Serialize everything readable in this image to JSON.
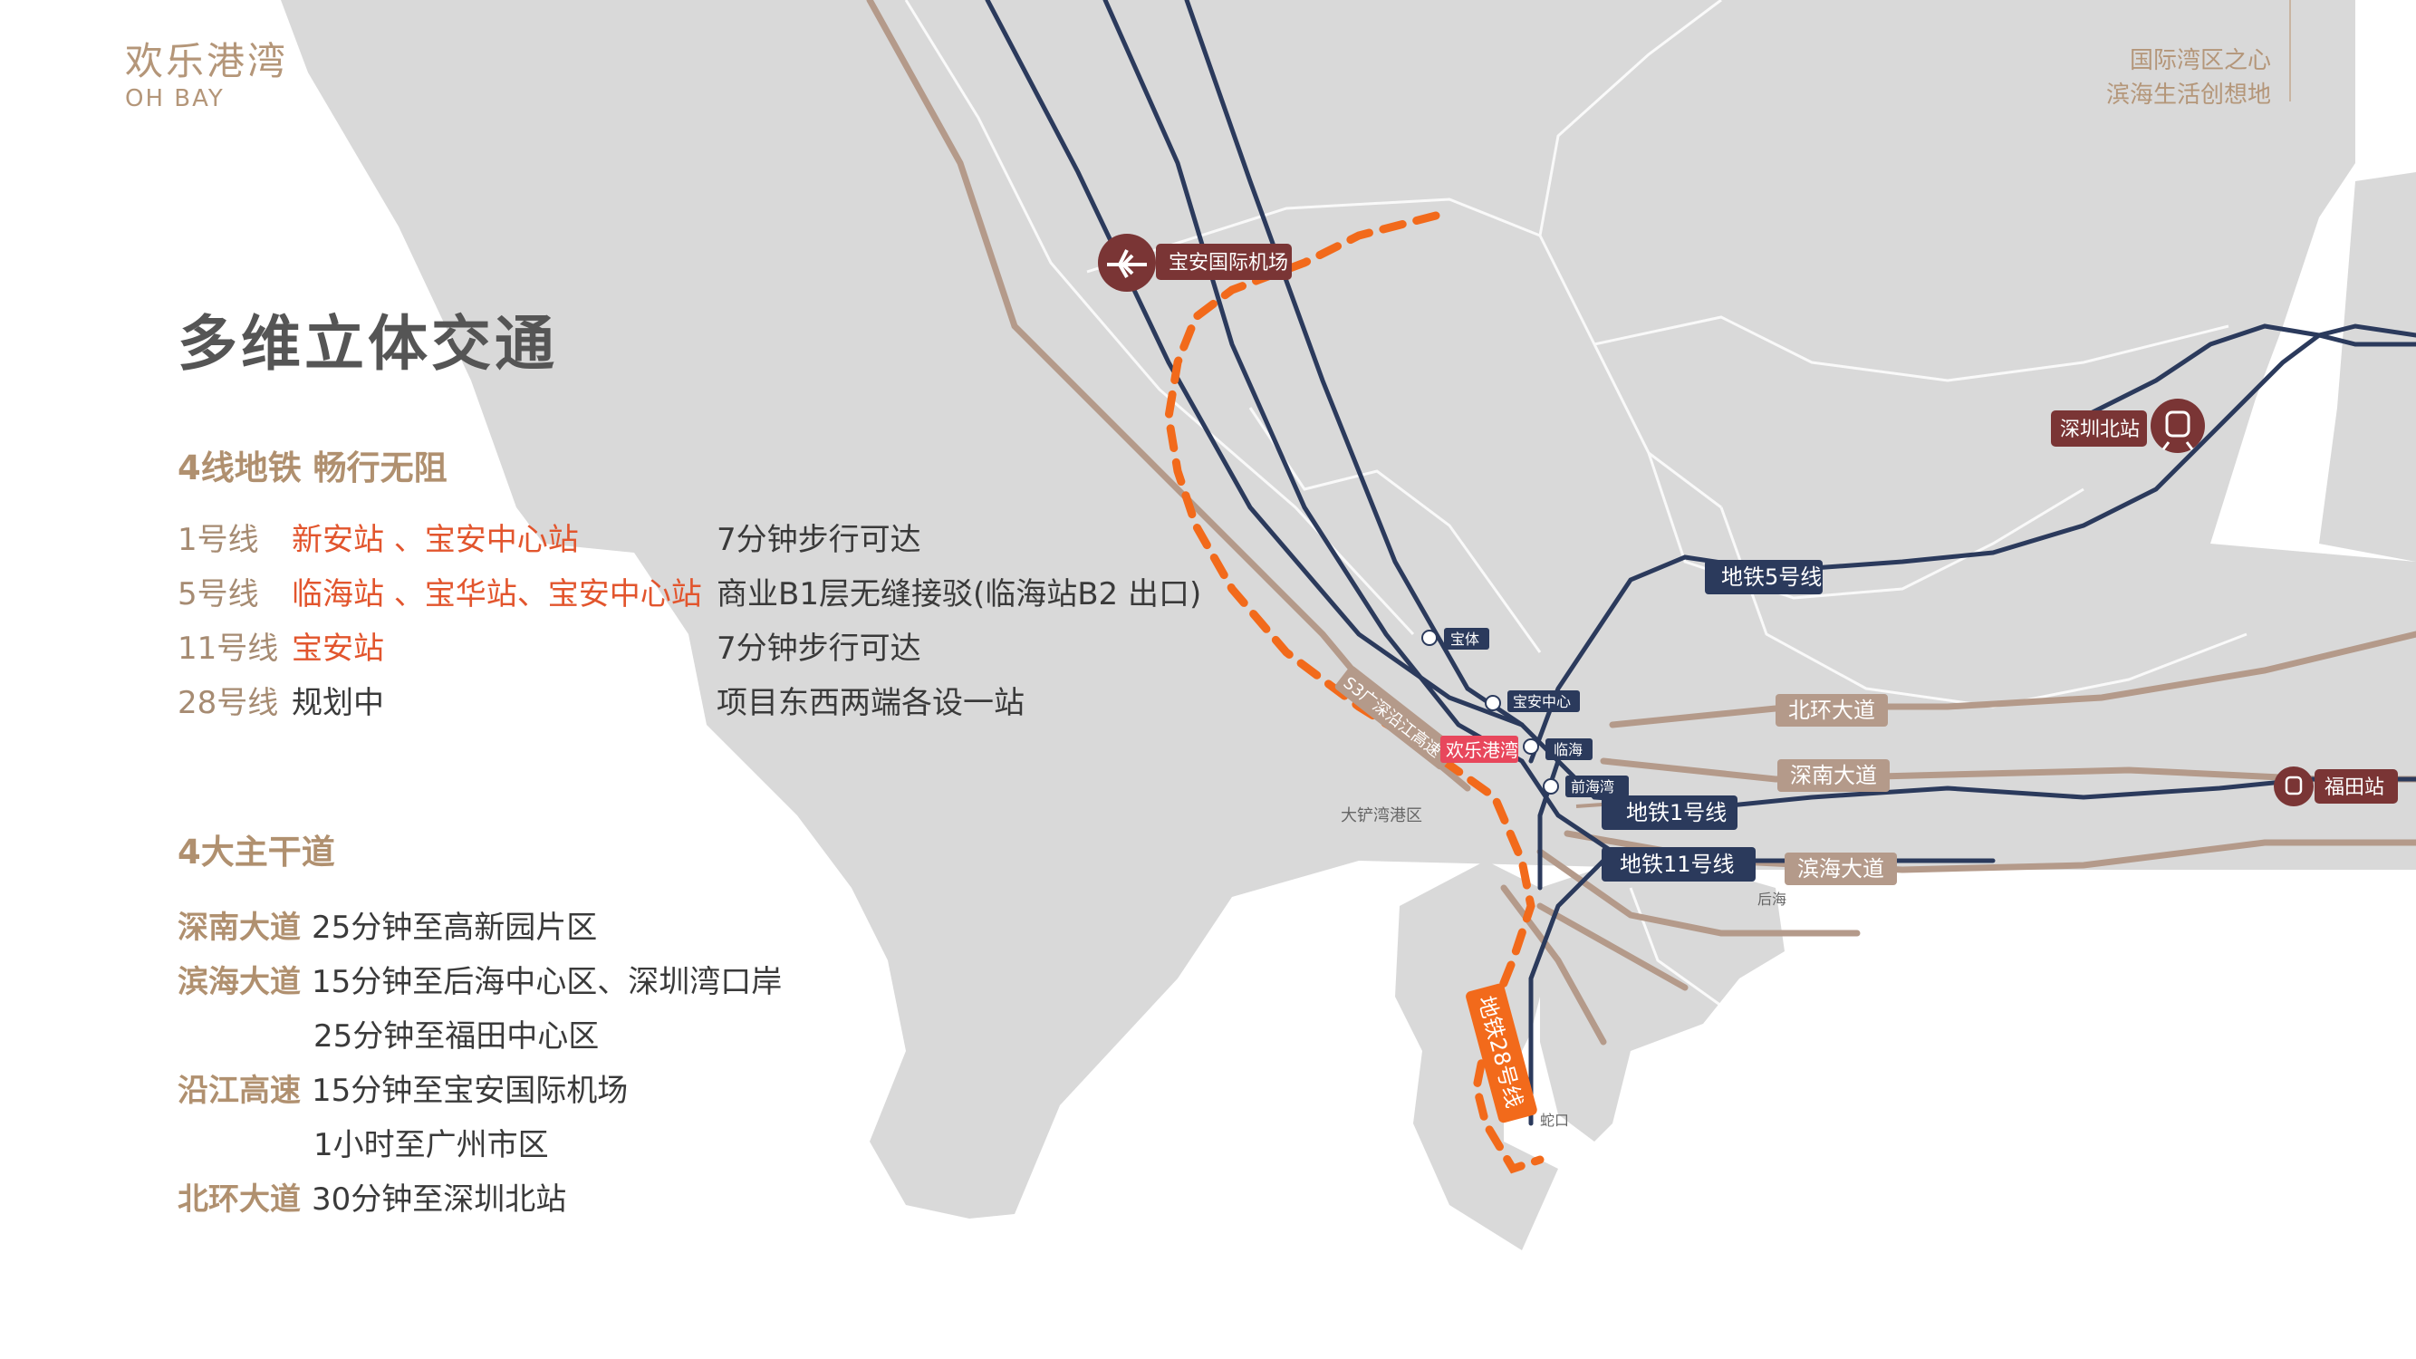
{
  "logo": {
    "cn": "欢乐港湾",
    "en": "OH BAY"
  },
  "tagline": {
    "line1": "国际湾区之心",
    "line2": "滨海生活创想地"
  },
  "title": "多维立体交通",
  "metro": {
    "heading": "4线地铁 畅行无阻",
    "rows": [
      {
        "line": "1号线",
        "stations": "新安站 、宝安中心站",
        "desc": "7分钟步行可达"
      },
      {
        "line": "5号线",
        "stations": "临海站 、宝华站、宝安中心站",
        "desc": "商业B1层无缝接驳(临海站B2 出口)"
      },
      {
        "line": "11号线",
        "stations": "宝安站",
        "desc": "7分钟步行可达"
      },
      {
        "line": "28号线",
        "stations": "规划中",
        "desc": "项目东西两端各设一站"
      }
    ]
  },
  "roads": {
    "heading": "4大主干道",
    "rows": [
      {
        "name": "深南大道",
        "desc": "25分钟至高新园片区"
      },
      {
        "name": "滨海大道",
        "desc": "15分钟至后海中心区、深圳湾口岸"
      },
      {
        "name": "",
        "desc": "25分钟至福田中心区"
      },
      {
        "name": "沿江高速",
        "desc": "15分钟至宝安国际机场"
      },
      {
        "name": "",
        "desc": "1小时至广州市区"
      },
      {
        "name": "北环大道",
        "desc": "30分钟至深圳北站"
      }
    ]
  },
  "map": {
    "labels": {
      "airport": "宝安国际机场",
      "north_station": "深圳北站",
      "futian_station": "福田站",
      "project": "欢乐港湾",
      "line5": "地铁5号线",
      "line1": "地铁1号线",
      "line11": "地铁11号线",
      "line28": "地铁28号线",
      "beihuan": "北环大道",
      "shennan": "深南大道",
      "binhai": "滨海大道",
      "s3": "S3广深沿江高速",
      "dachan": "大铲湾港区",
      "houhai": "后海",
      "shekou": "蛇口"
    },
    "stations": {
      "baoti": "宝体",
      "baoan_center": "宝安中心",
      "linhai": "临海",
      "qianhaiwan": "前海湾"
    },
    "icons": {
      "airport": "airplane-icon",
      "north_station": "train-icon",
      "futian_station": "train-icon",
      "metro": "metro-station-icon"
    },
    "colors": {
      "land": "#d9d9d9",
      "sea": "#ffffff",
      "metro": "#2b3a5c",
      "road": "#b49a8a",
      "line28": "#f26a1b",
      "landmark": "#7a3535",
      "project": "#e8475c"
    }
  }
}
